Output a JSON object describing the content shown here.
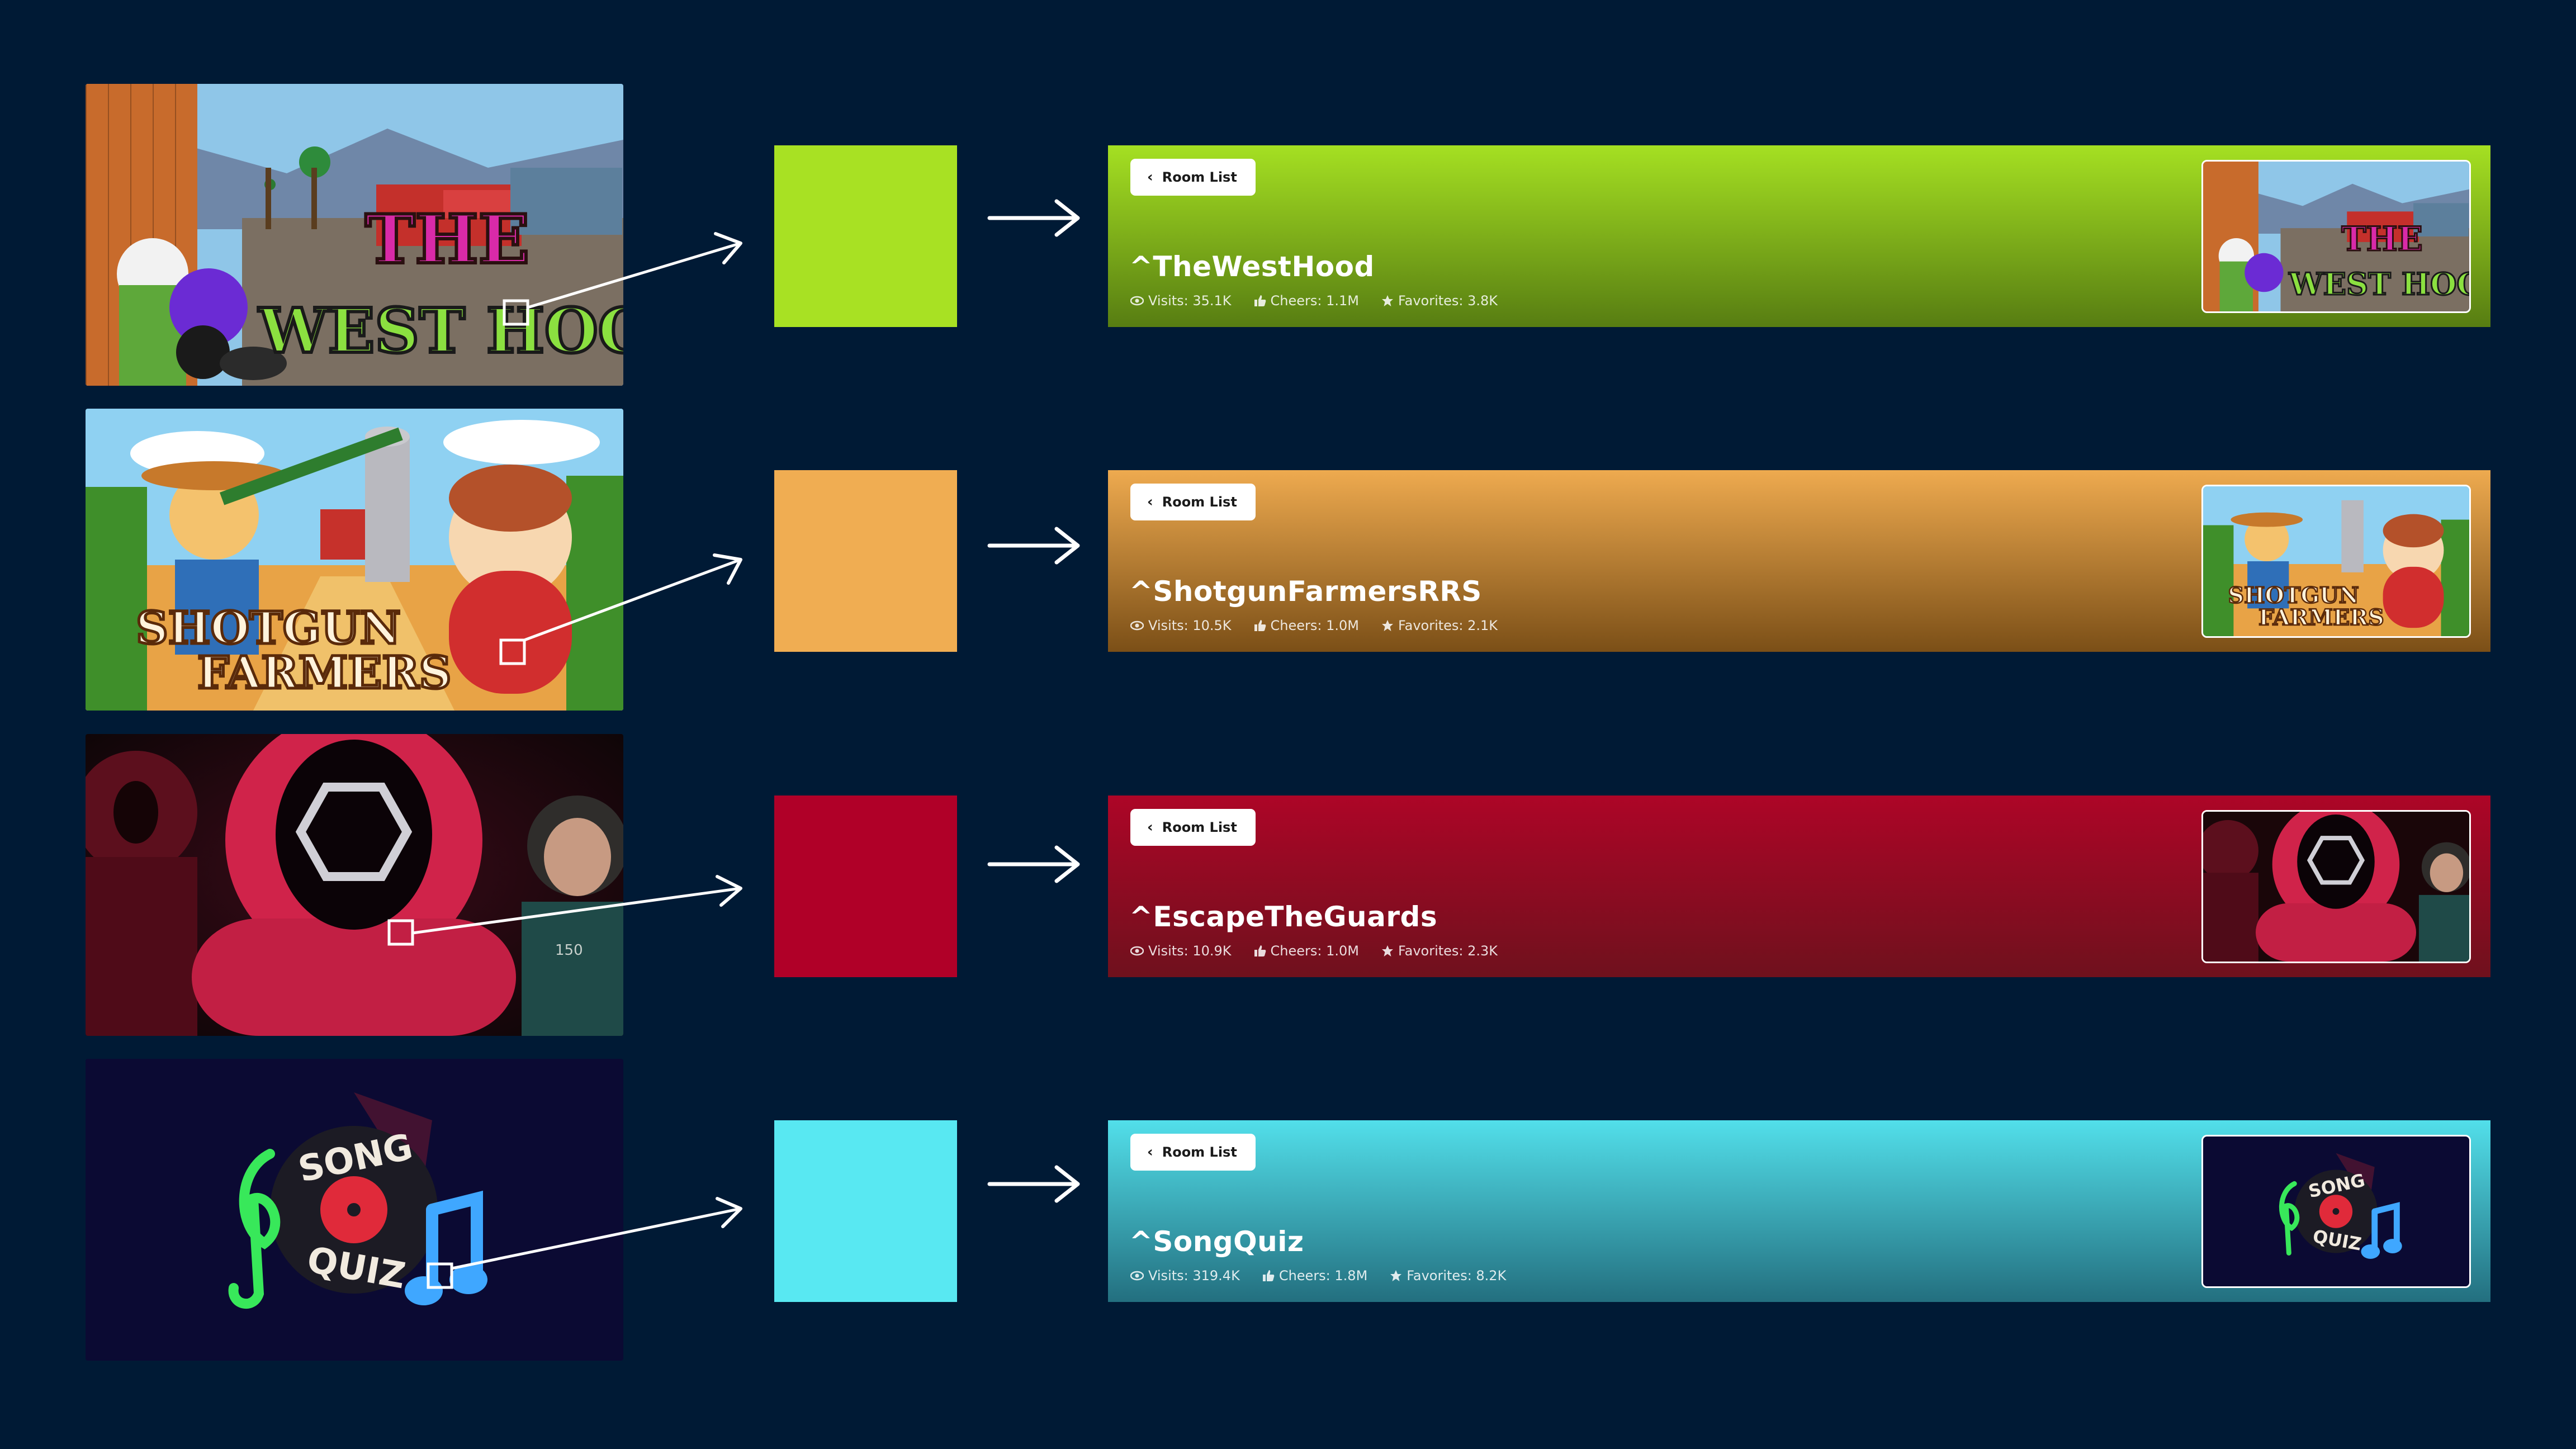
{
  "rows": [
    {
      "room_button": "Room List",
      "title": "^TheWestHood",
      "visits": "Visits: 35.1K",
      "cheers": "Cheers: 1.1M",
      "favorites": "Favorites: 3.8K",
      "thumb_text_line1": "THE",
      "thumb_text_line2": "WEST HOOD",
      "swatch_color": "#a8e123",
      "banner_gradient_top": "#a5e022",
      "banner_gradient_bottom": "#577d12"
    },
    {
      "room_button": "Room List",
      "title": "^ShotgunFarmersRRS",
      "visits": "Visits: 10.5K",
      "cheers": "Cheers: 1.0M",
      "favorites": "Favorites: 2.1K",
      "thumb_text_line1": "SHOTGUN",
      "thumb_text_line2": "FARMERS",
      "swatch_color": "#f0ad52",
      "banner_gradient_top": "#eeaa4f",
      "banner_gradient_bottom": "#7b4f17"
    },
    {
      "room_button": "Room List",
      "title": "^EscapeTheGuards",
      "visits": "Visits: 10.9K",
      "cheers": "Cheers: 1.0M",
      "favorites": "Favorites: 2.3K",
      "thumb_badge": "150",
      "swatch_color": "#b00028",
      "banner_gradient_top": "#ad0527",
      "banner_gradient_bottom": "#6f111d"
    },
    {
      "room_button": "Room List",
      "title": "^SongQuiz",
      "visits": "Visits: 319.4K",
      "cheers": "Cheers: 1.8M",
      "favorites": "Favorites: 8.2K",
      "thumb_text_line1": "SONG",
      "thumb_text_line2": "QUIZ",
      "swatch_color": "#58e8f2",
      "banner_gradient_top": "#52dfea",
      "banner_gradient_bottom": "#236f7f"
    }
  ]
}
